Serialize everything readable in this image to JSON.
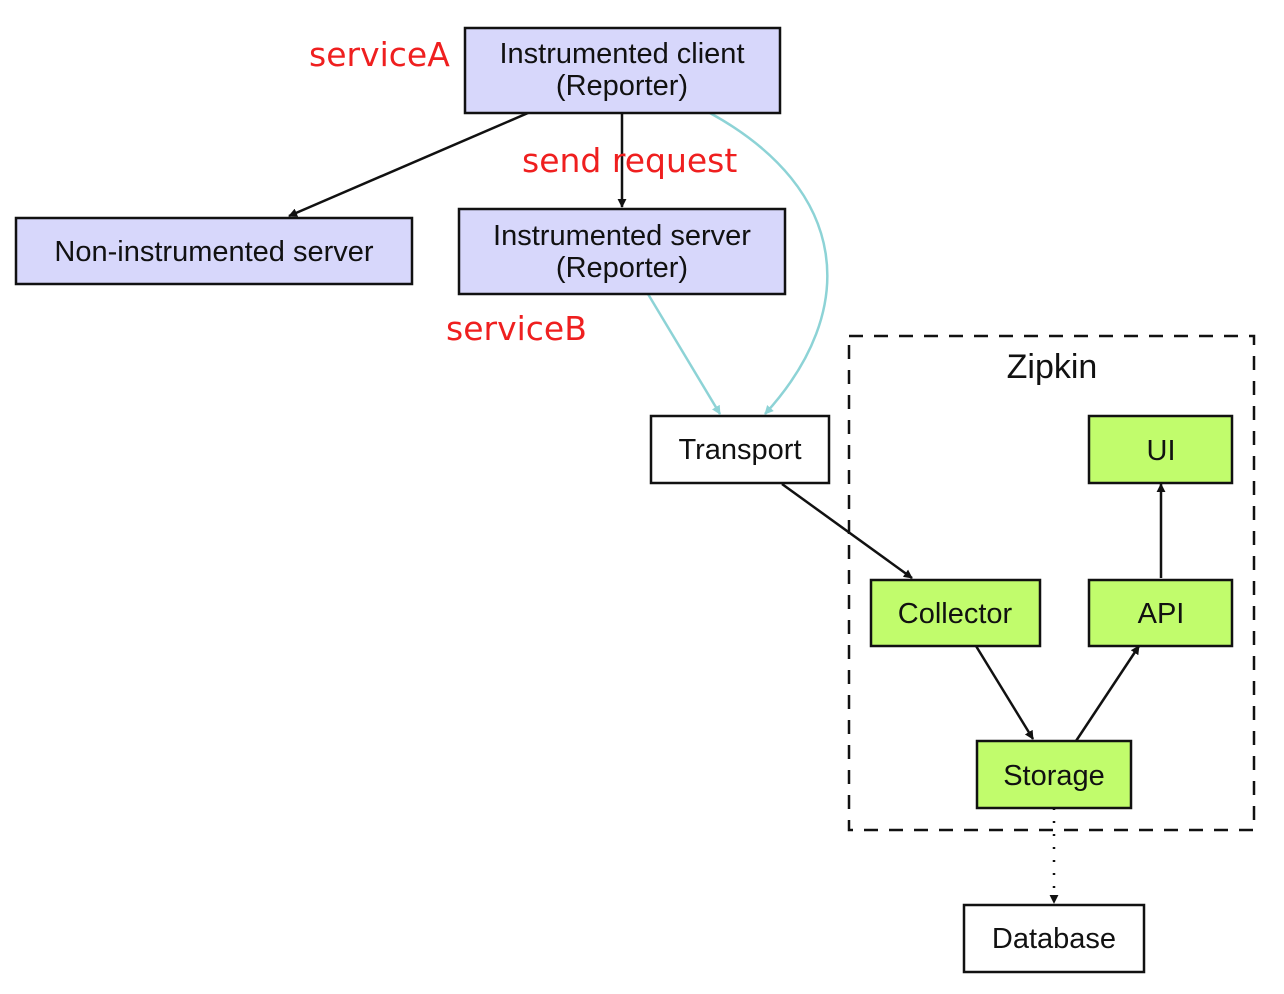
{
  "colors": {
    "reporter_fill": "#d7d7fb",
    "zipkin_fill": "#c1fc6c",
    "plain_fill": "#ffffff",
    "stroke": "#111111",
    "transport_edge": "#8dd3d6",
    "annotation": "#ef1f1f"
  },
  "nodes": {
    "instrumented_client": {
      "line1": "Instrumented client",
      "line2": "(Reporter)"
    },
    "non_instrumented_server": {
      "label": "Non-instrumented server"
    },
    "instrumented_server": {
      "line1": "Instrumented server",
      "line2": "(Reporter)"
    },
    "transport": {
      "label": "Transport"
    },
    "collector": {
      "label": "Collector"
    },
    "storage": {
      "label": "Storage"
    },
    "api": {
      "label": "API"
    },
    "ui": {
      "label": "UI"
    },
    "database": {
      "label": "Database"
    }
  },
  "cluster": {
    "label": "Zipkin"
  },
  "annotations": {
    "service_a": "serviceA",
    "send_request": "send request",
    "service_b": "serviceB"
  }
}
